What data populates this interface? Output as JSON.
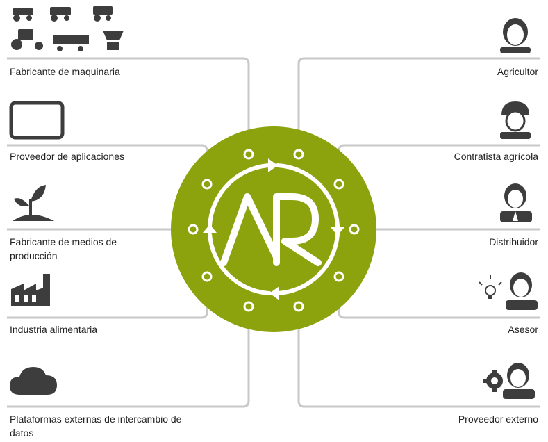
{
  "center": {
    "logo": "AR",
    "ring_color": "#8ca30e"
  },
  "connector_color": "#c8c8c8",
  "icon_color": "#3d3d3d",
  "left": [
    {
      "label": "Fabricante de maquinaria",
      "icon": "farm-machinery-icon"
    },
    {
      "label": "Proveedor de aplicaciones",
      "icon": "tablet-icon"
    },
    {
      "label": "Fabricante de medios de producción",
      "icon": "sprout-icon"
    },
    {
      "label": "Industria alimentaria",
      "icon": "factory-icon"
    },
    {
      "label": "Plataformas externas de intercambio de datos",
      "icon": "cloud-icon"
    }
  ],
  "right": [
    {
      "label": "Agricultor",
      "icon": "farmer-icon"
    },
    {
      "label": "Contratista agrícola",
      "icon": "contractor-helmet-icon"
    },
    {
      "label": "Distribuidor",
      "icon": "dealer-suit-icon"
    },
    {
      "label": "Asesor",
      "icon": "advisor-lightbulb-icon"
    },
    {
      "label": "Proveedor externo",
      "icon": "external-provider-gear-icon"
    }
  ]
}
